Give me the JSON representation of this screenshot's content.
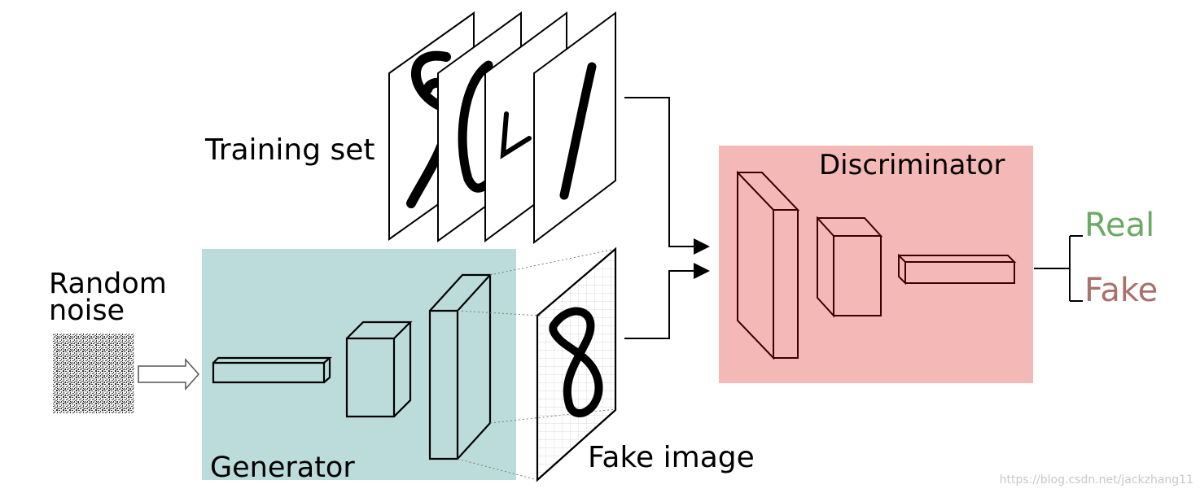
{
  "labels": {
    "training_set": "Training set",
    "random_noise_line1": "Random",
    "random_noise_line2": "noise",
    "generator": "Generator",
    "fake_image": "Fake image",
    "discriminator": "Discriminator",
    "real": "Real",
    "fake": "Fake"
  },
  "watermark": "https://blog.csdn.net/jackzhang11",
  "colors": {
    "generator_bg": "#bcdcdb",
    "discriminator_bg": "#f4b9b7",
    "real_text": "#6aab63",
    "fake_text": "#a97169",
    "line": "#000000"
  }
}
